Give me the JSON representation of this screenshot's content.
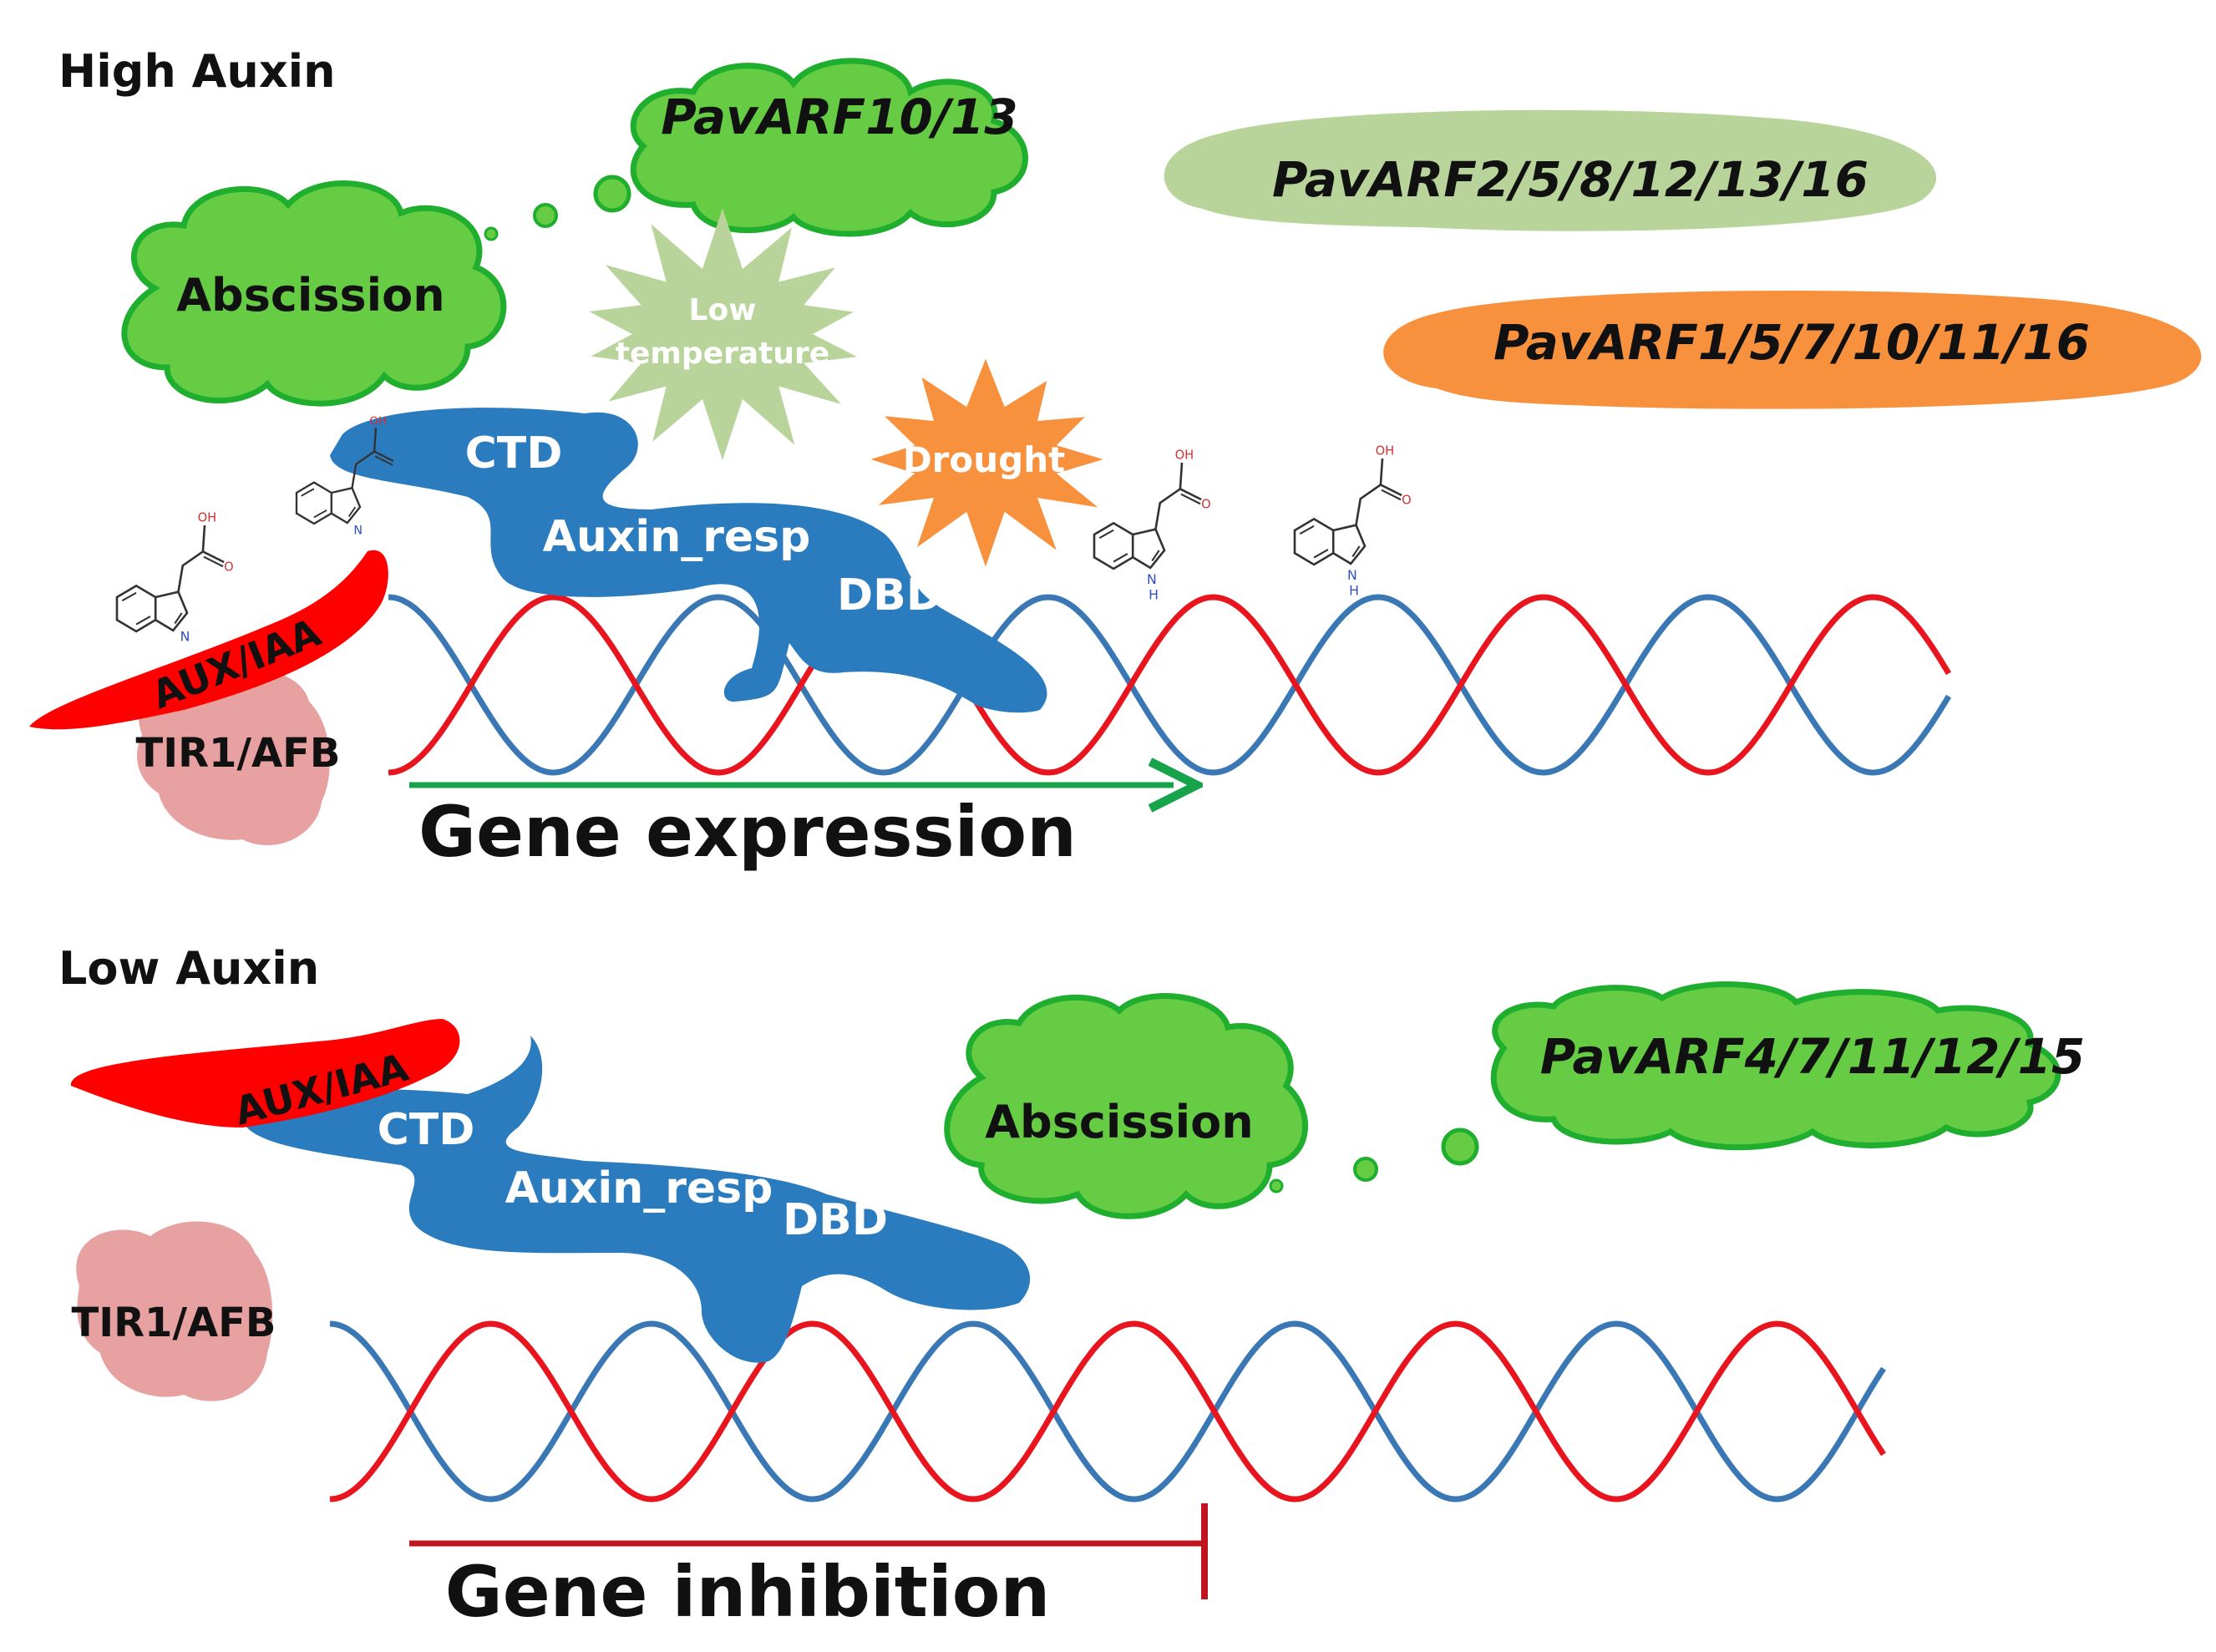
{
  "high": {
    "label": "High Auxin",
    "abscission": "Abscission",
    "pav_a": "PavARF10/13",
    "pav_b": "PavARF2/5/8/12/13/16",
    "pav_c": "PavARF1/5/7/10/11/16",
    "low_temp_1": "Low",
    "low_temp_2": "temperature",
    "drought": "Drought",
    "ctd": "CTD",
    "auxin_resp": "Auxin_resp",
    "dbd": "DBD",
    "aux_iaa": "AUX/IAA",
    "tir1": "TIR1/AFB",
    "gene": "Gene expression"
  },
  "low": {
    "label": "Low Auxin",
    "abscission": "Abscission",
    "pav": "PavARF4/7/11/12/15",
    "ctd": "CTD",
    "auxin_resp": "Auxin_resp",
    "dbd": "DBD",
    "aux_iaa": "AUX/IAA",
    "tir1": "TIR1/AFB",
    "gene": "Gene inhibition"
  },
  "molecule": {
    "oh": "OH",
    "o": "O",
    "nh": "N",
    "h": "H"
  },
  "colors": {
    "arf_blue": "#2b7bbf",
    "aux_red": "#ff0000",
    "tir_pink": "#e8a1a1",
    "cloud_green": "#66cc44",
    "cloud_border": "#1fae2e",
    "lowtemp_green": "#b8d49a",
    "drought_orange": "#f7913d",
    "dna_red": "#e8141e",
    "dna_blue": "#3a77b5",
    "arrow_green": "#16a34a",
    "inhibit_red": "#c0141e"
  }
}
